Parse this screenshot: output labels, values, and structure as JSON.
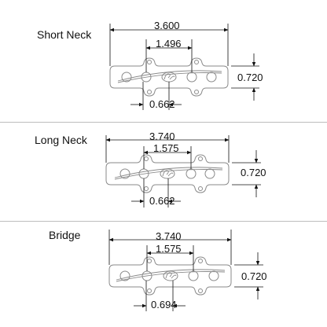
{
  "sections": [
    {
      "id": "short",
      "title": "Short Neck",
      "dims": {
        "overall": "3.600",
        "pole": "1.496",
        "height": "0.720",
        "offset": "0.662"
      }
    },
    {
      "id": "long",
      "title": "Long Neck",
      "dims": {
        "overall": "3.740",
        "pole": "1.575",
        "height": "0.720",
        "offset": "0.662"
      }
    },
    {
      "id": "bridge",
      "title": "Bridge",
      "dims": {
        "overall": "3.740",
        "pole": "1.575",
        "height": "0.720",
        "offset": "0.694"
      }
    }
  ],
  "colors": {
    "ink": "#111111",
    "outline": "#8a8a8a",
    "separator": "#bdbdbd"
  }
}
